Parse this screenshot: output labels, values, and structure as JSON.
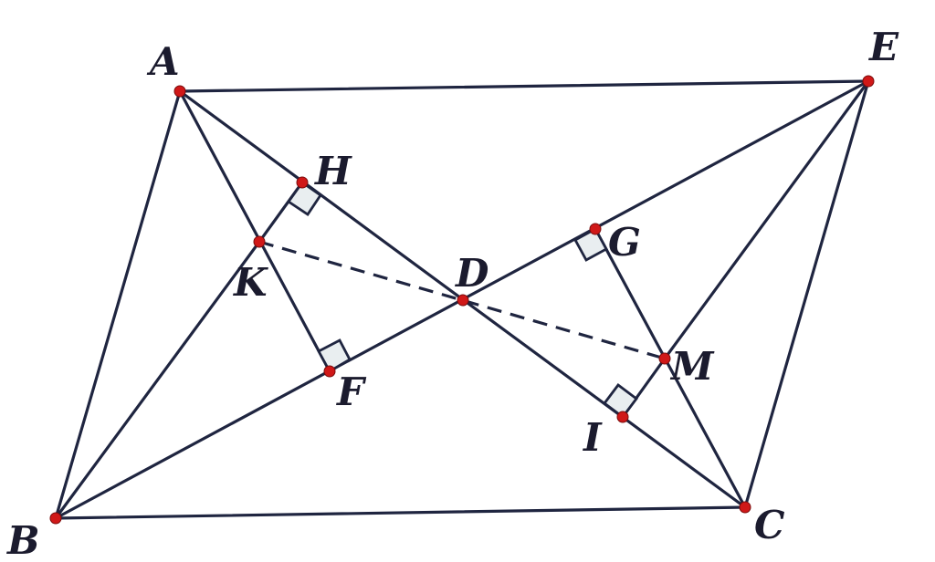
{
  "figure": {
    "points": {
      "A": "A",
      "B": "B",
      "C": "C",
      "D": "D",
      "E": "E",
      "F": "F",
      "G": "G",
      "H": "H",
      "I": "I",
      "K": "K",
      "M": "M"
    },
    "colors": {
      "line": "#1f2540",
      "point": "#d01818",
      "right_angle_fill": "#e9eef0",
      "label": "#1b1b2e"
    }
  }
}
